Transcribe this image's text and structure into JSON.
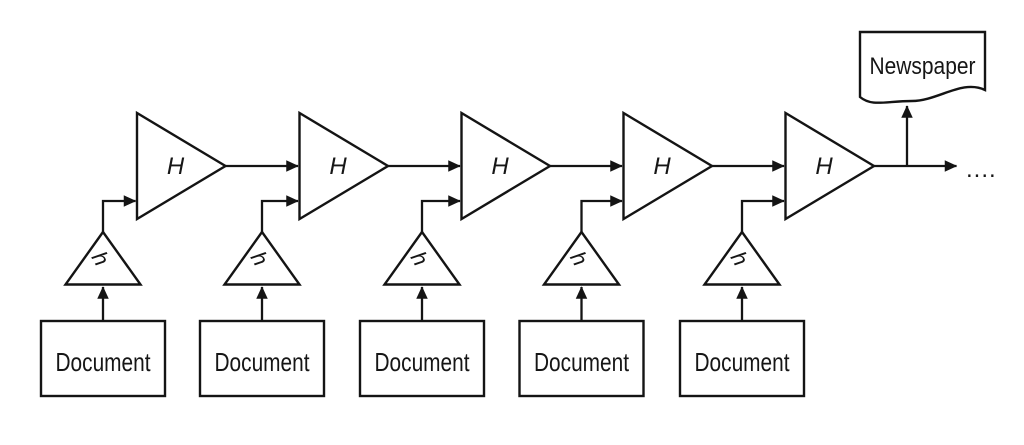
{
  "diagram": {
    "units": [
      {
        "big_label": "H",
        "small_label": "h",
        "source_label": "Document"
      },
      {
        "big_label": "H",
        "small_label": "h",
        "source_label": "Document"
      },
      {
        "big_label": "H",
        "small_label": "h",
        "source_label": "Document"
      },
      {
        "big_label": "H",
        "small_label": "h",
        "source_label": "Document"
      },
      {
        "big_label": "H",
        "small_label": "h",
        "source_label": "Document"
      }
    ],
    "output": {
      "label": "Newspaper",
      "continuation": "...."
    },
    "colors": {
      "stroke": "#141414",
      "background": "#ffffff"
    }
  }
}
